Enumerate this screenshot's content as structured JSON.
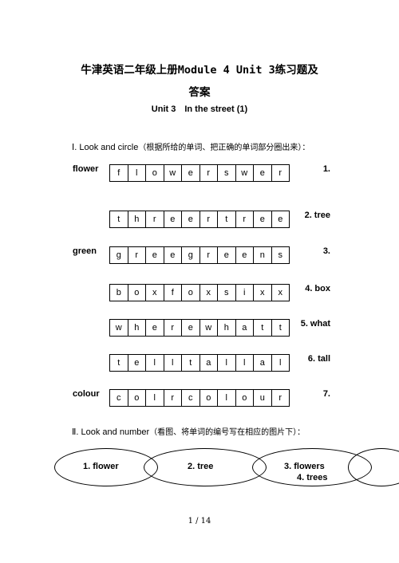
{
  "title_line1": "牛津英语二年级上册Module 4 Unit 3练习题及",
  "title_line2": "答案",
  "subtitle": "Unit 3　In the street (1)",
  "section1": {
    "label": "Ⅰ. Look and circle",
    "instruction": "（根据所给的单词、把正确的单词部分圈出来）："
  },
  "rows": [
    {
      "left": "flower",
      "letters": [
        "f",
        "l",
        "o",
        "w",
        "e",
        "r",
        "s",
        "w",
        "e",
        "r"
      ],
      "answer": "1."
    },
    {
      "left": "",
      "letters": [
        "t",
        "h",
        "r",
        "e",
        "e",
        "r",
        "t",
        "r",
        "e",
        "e"
      ],
      "answer": "2. tree"
    },
    {
      "left": "green",
      "letters": [
        "g",
        "r",
        "e",
        "e",
        "g",
        "r",
        "e",
        "e",
        "n",
        "s"
      ],
      "answer": "3."
    },
    {
      "left": "",
      "letters": [
        "b",
        "o",
        "x",
        "f",
        "o",
        "x",
        "s",
        "i",
        "x",
        "x"
      ],
      "answer": "4. box"
    },
    {
      "left": "",
      "letters": [
        "w",
        "h",
        "e",
        "r",
        "e",
        "w",
        "h",
        "a",
        "t",
        "t"
      ],
      "answer": "5. what"
    },
    {
      "left": "",
      "letters": [
        "t",
        "e",
        "l",
        "l",
        "t",
        "a",
        "l",
        "l",
        "a",
        "l"
      ],
      "answer": "6. tall"
    },
    {
      "left": "colour",
      "letters": [
        "c",
        "o",
        "l",
        "r",
        "c",
        "o",
        "l",
        "o",
        "u",
        "r"
      ],
      "answer": "7."
    }
  ],
  "section2": {
    "label": "Ⅱ. Look and number",
    "instruction": "（看图、将单词的编号写在相应的图片下）："
  },
  "words": [
    "1.  flower",
    "2.  tree",
    "3.  flowers",
    "4. trees"
  ],
  "footer": "1  /  14"
}
